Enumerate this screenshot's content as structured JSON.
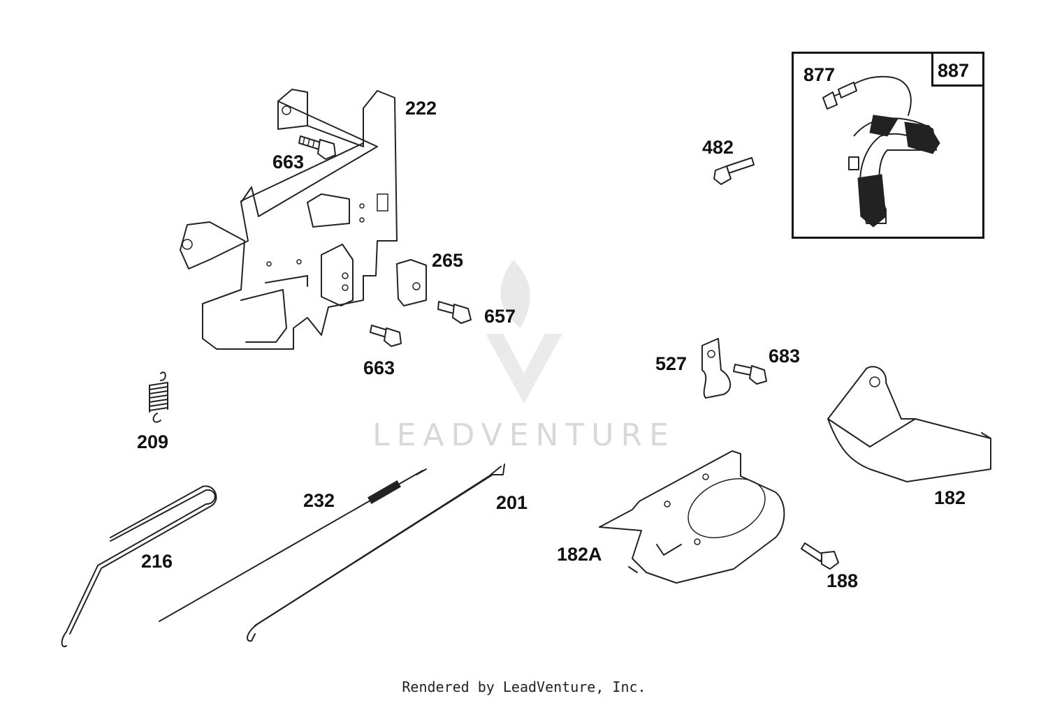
{
  "watermark": {
    "text": "LEADVENTURE"
  },
  "footer": {
    "text": "Rendered by LeadVenture, Inc."
  },
  "parts": {
    "p222": "222",
    "p663a": "663",
    "p663b": "663",
    "p265": "265",
    "p657": "657",
    "p209": "209",
    "p232": "232",
    "p201": "201",
    "p216": "216",
    "p482": "482",
    "p877": "877",
    "p887": "887",
    "p527": "527",
    "p683": "683",
    "p182": "182",
    "p182A": "182A",
    "p188": "188"
  }
}
